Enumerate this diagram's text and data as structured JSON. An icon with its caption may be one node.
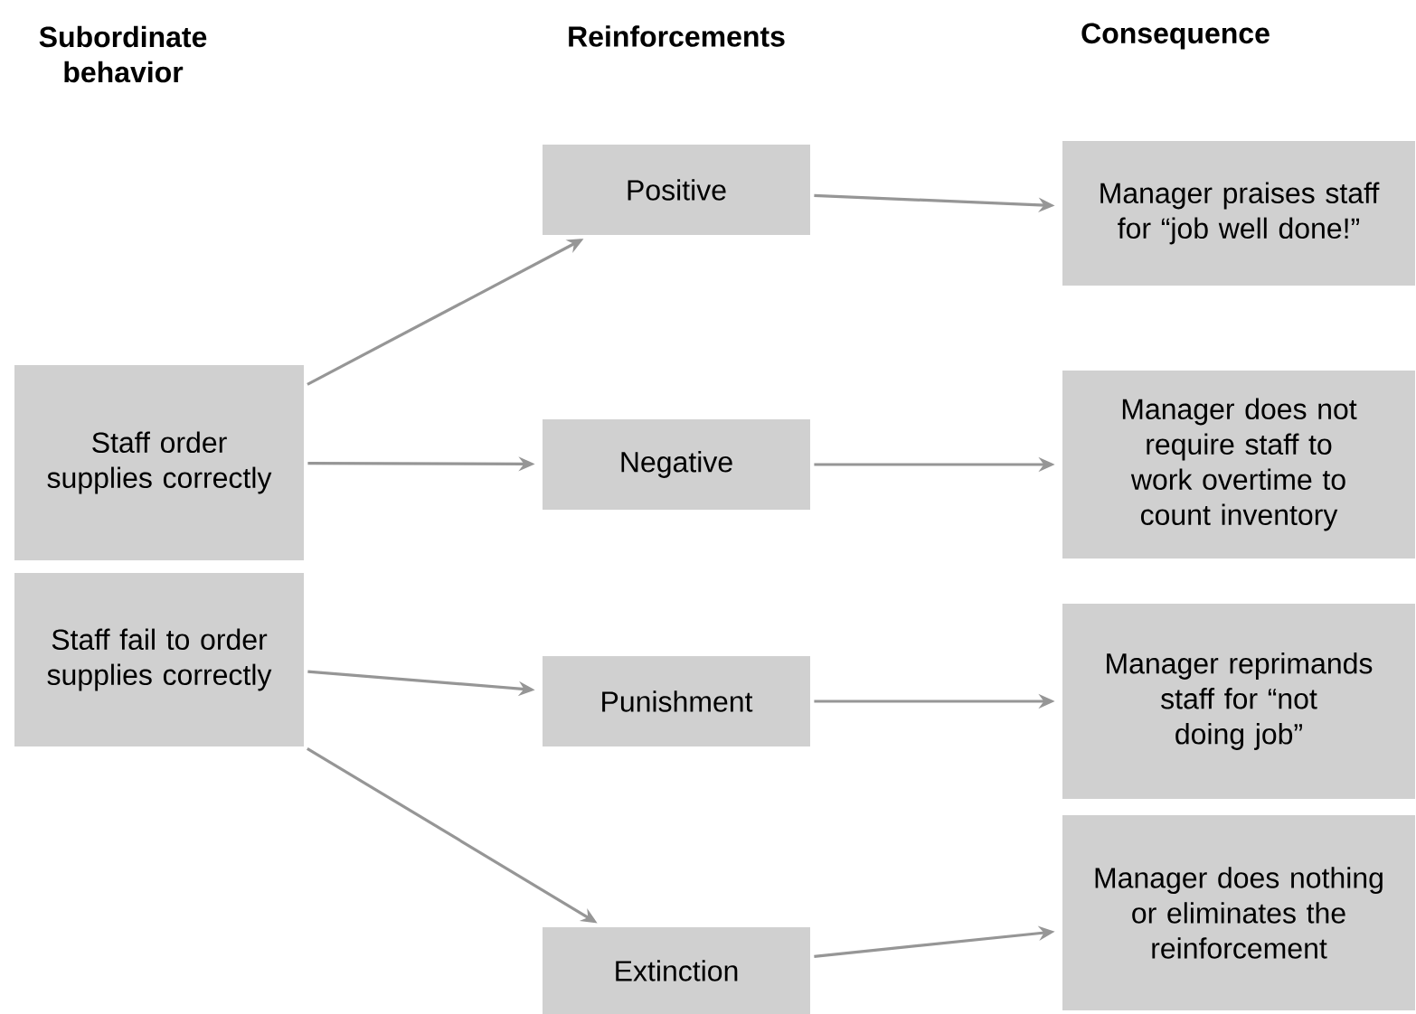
{
  "diagram": {
    "nodes": [
      {
        "text": [
          "Staff order supplies correctly"
        ]
      },
      {
        "text": [
          "Staff fail to order supplies correctly"
        ]
      },
      {
        "text": [
          "Positive"
        ]
      },
      {
        "text": [
          "Negative"
        ]
      },
      {
        "text": [
          "Punishment"
        ]
      },
      {
        "text": [
          "Extinction"
        ]
      },
      {
        "text": [
          "Manager praises staff for “job well done!”"
        ]
      },
      {
        "text": [
          "Manager does not require staff to work overtime to count inventory"
        ]
      },
      {
        "text": [
          "Manager reprimands staff for “not doing job”"
        ]
      },
      {
        "text": [
          "Manager does nothing or eliminates the reinforcement"
        ]
      }
    ],
    "edges": [
      {
        "from": 0,
        "to": 2,
        "arrow": "to"
      },
      {
        "from": 0,
        "to": 3,
        "arrow": "to"
      },
      {
        "from": 1,
        "to": 4,
        "arrow": "to"
      },
      {
        "from": 1,
        "to": 5,
        "arrow": "to"
      },
      {
        "from": 2,
        "to": 6,
        "arrow": "to"
      },
      {
        "from": 3,
        "to": 7,
        "arrow": "to"
      },
      {
        "from": 4,
        "to": 8,
        "arrow": "to"
      },
      {
        "from": 5,
        "to": 9,
        "arrow": "to"
      }
    ],
    "labels": [
      "Subordinate behavior",
      "Reinforcements",
      "Consequence"
    ]
  }
}
